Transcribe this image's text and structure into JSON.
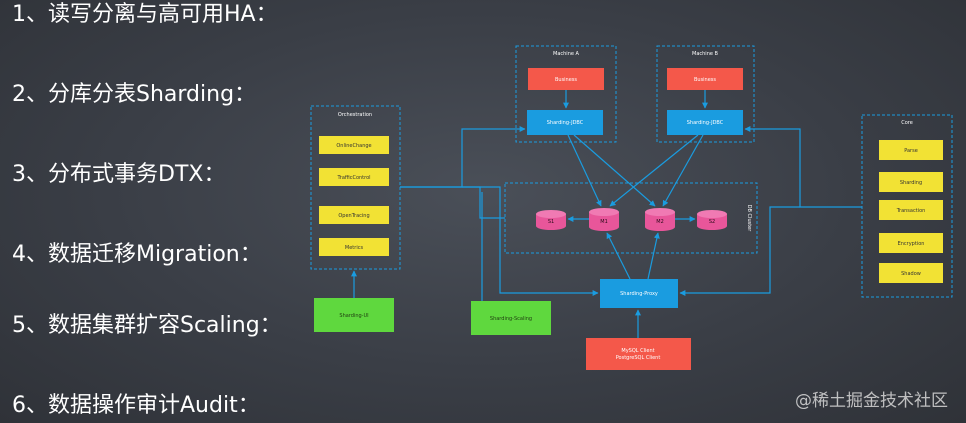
{
  "list": [
    {
      "text": "1、读写分离与高可用HA："
    },
    {
      "text": "2、分库分表Sharding："
    },
    {
      "text": "3、分布式事务DTX："
    },
    {
      "text": "4、数据迁移Migration："
    },
    {
      "text": "5、数据集群扩容Scaling："
    },
    {
      "text": "6、数据操作审计Audit："
    }
  ],
  "diagram": {
    "orchestration": {
      "title": "Orchestration",
      "items": [
        "OnlineChange",
        "TrafficControl",
        "OpenTracing",
        "Metrics"
      ]
    },
    "machine_a": {
      "title": "Machine A",
      "business": "Business",
      "jdbc": "Sharding-JDBC"
    },
    "machine_b": {
      "title": "Machine B",
      "business": "Business",
      "jdbc": "Sharding-JDBC"
    },
    "db_cluster": {
      "title": "DB Cluster",
      "dbs": [
        "S1",
        "M1",
        "M2",
        "S2"
      ]
    },
    "core": {
      "title": "Core",
      "items": [
        "Parse",
        "Sharding",
        "Transaction",
        "Encryption",
        "Shadow"
      ]
    },
    "proxy": "Sharding-Proxy",
    "client": {
      "line1": "MySQL Client",
      "line2": "PostgreSQL Client"
    },
    "sharding_ui": "Sharding-UI",
    "sharding_scaling": "Sharding-Scaling"
  },
  "colors": {
    "business": "#f4584a",
    "jdbc": "#1a9ce0",
    "yellow": "#f2e234",
    "green": "#5fd83e",
    "db": "#e8569a",
    "dashed": "#1a9ce0",
    "arrow": "#1a9ce0"
  },
  "watermark": "@稀土掘金技术社区"
}
